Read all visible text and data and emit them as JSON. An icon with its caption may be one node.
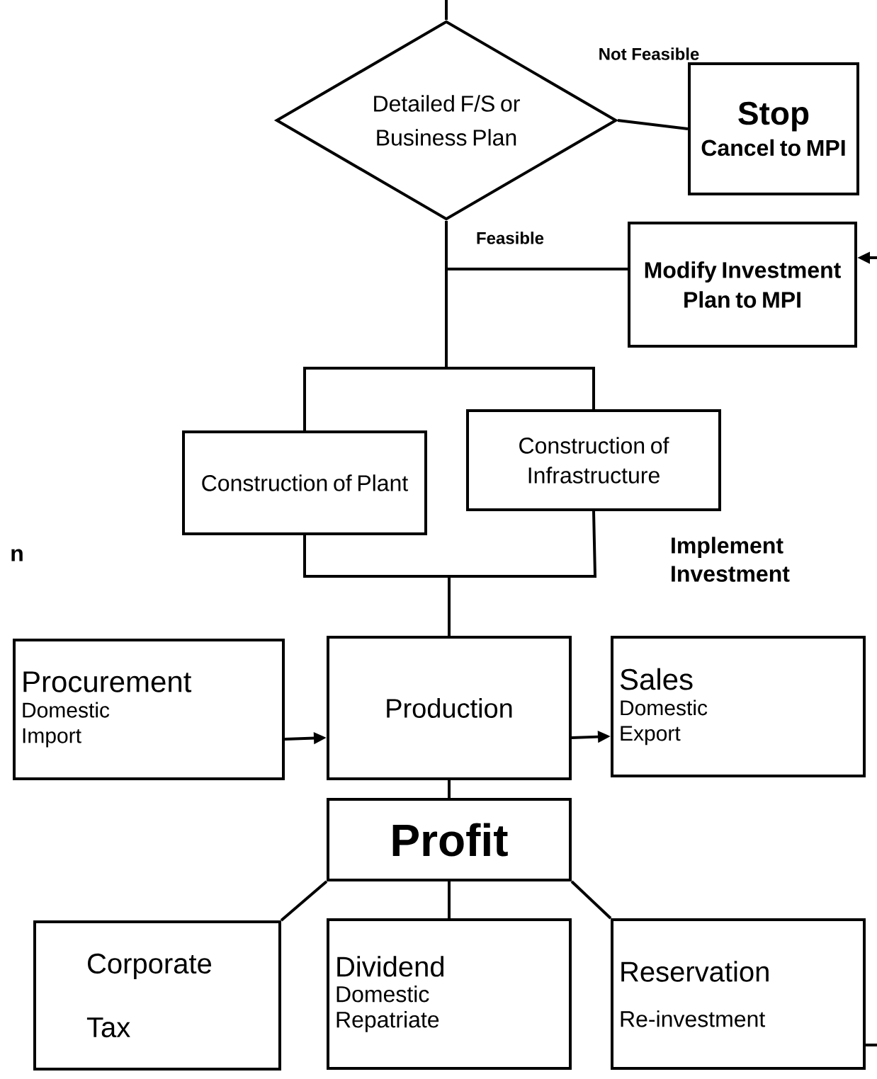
{
  "diagram": {
    "nodes": [
      {
        "text": [
          "Detailed F/S or Business Plan"
        ]
      },
      {
        "text": [
          "Stop",
          "Cancel to MPI"
        ]
      },
      {
        "text": [
          "Modify Investment Plan to MPI"
        ]
      },
      {
        "text": [
          "Construction of Plant"
        ]
      },
      {
        "text": [
          "Construction of Infrastructure"
        ]
      },
      {
        "text": [
          "Procurement",
          "Domestic",
          "Import"
        ]
      },
      {
        "text": [
          "Production"
        ]
      },
      {
        "text": [
          "Sales",
          "Domestic",
          "Export"
        ]
      },
      {
        "text": [
          "Profit"
        ]
      },
      {
        "text": [
          "Corporate Tax"
        ]
      },
      {
        "text": [
          "Dividend",
          "Domestic",
          "Repatriate"
        ]
      },
      {
        "text": [
          "Reservation",
          "Re-investment"
        ]
      }
    ],
    "edges": [
      {
        "from": null,
        "to": 0,
        "arrow": "none"
      },
      {
        "from": 0,
        "to": 1,
        "arrow": "none",
        "label": "Not Feasible"
      },
      {
        "from": 0,
        "to": 2,
        "arrow": "none",
        "label": "Feasible"
      },
      {
        "from": 0,
        "to": 3,
        "arrow": "none"
      },
      {
        "from": 0,
        "to": 4,
        "arrow": "none"
      },
      {
        "from": null,
        "to": 2,
        "arrow": "to"
      },
      {
        "from": 3,
        "to": 6,
        "arrow": "none"
      },
      {
        "from": 4,
        "to": 6,
        "arrow": "none"
      },
      {
        "from": 5,
        "to": 6,
        "arrow": "to"
      },
      {
        "from": 6,
        "to": 7,
        "arrow": "to"
      },
      {
        "from": 6,
        "to": 8,
        "arrow": "none"
      },
      {
        "from": 8,
        "to": 9,
        "arrow": "none"
      },
      {
        "from": 8,
        "to": 10,
        "arrow": "none"
      },
      {
        "from": 8,
        "to": 11,
        "arrow": "none"
      },
      {
        "from": 11,
        "to": null,
        "arrow": "none"
      }
    ],
    "labels": [
      "n",
      "Implement Investment"
    ]
  }
}
